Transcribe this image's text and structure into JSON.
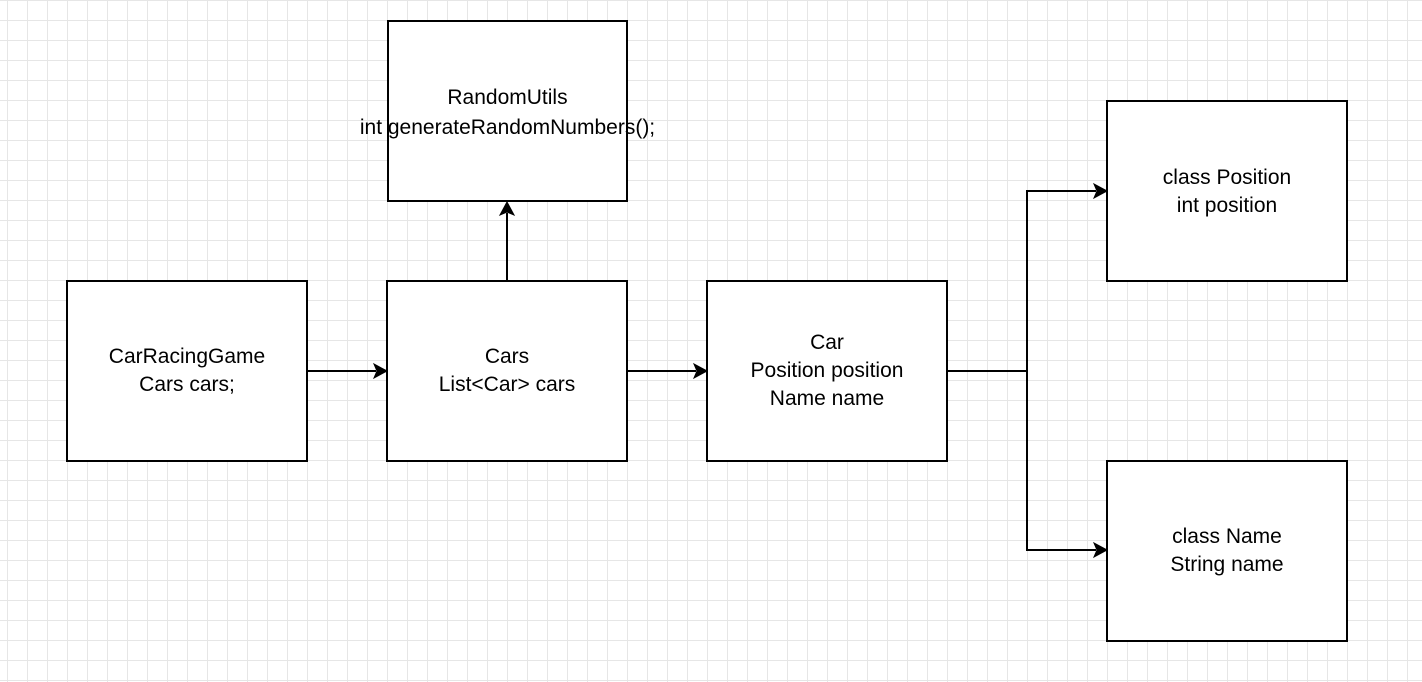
{
  "nodes": {
    "random_utils": {
      "line1": "RandomUtils",
      "line2": "int generateRandomNumbers();"
    },
    "car_racing_game": {
      "line1": "CarRacingGame",
      "line2": "Cars cars;"
    },
    "cars": {
      "line1": "Cars",
      "line2": "List<Car> cars"
    },
    "car": {
      "line1": "Car",
      "line2": "Position position",
      "line3": "Name name"
    },
    "position_class": {
      "line1": "class Position",
      "line2": "int position"
    },
    "name_class": {
      "line1": "class Name",
      "line2": "String name"
    }
  },
  "edges": [
    {
      "from": "CarRacingGame",
      "to": "Cars"
    },
    {
      "from": "Cars",
      "to": "RandomUtils"
    },
    {
      "from": "Cars",
      "to": "Car"
    },
    {
      "from": "Car",
      "to": "class Position"
    },
    {
      "from": "Car",
      "to": "class Name"
    }
  ]
}
